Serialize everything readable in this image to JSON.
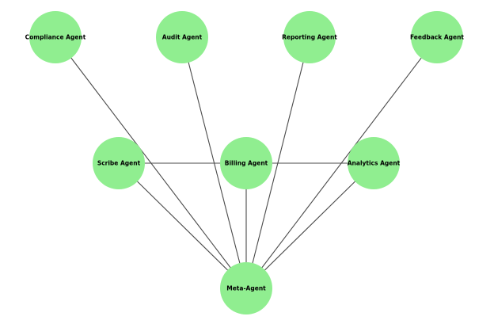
{
  "diagram": {
    "type": "network-graph",
    "node_color": "#90ee90",
    "edge_color": "#4a4a4a",
    "nodes": [
      {
        "id": "compliance",
        "label": "Compliance Agent"
      },
      {
        "id": "audit",
        "label": "Audit Agent"
      },
      {
        "id": "reporting",
        "label": "Reporting Agent"
      },
      {
        "id": "feedback",
        "label": "Feedback Agent"
      },
      {
        "id": "scribe",
        "label": "Scribe Agent"
      },
      {
        "id": "billing",
        "label": "Billing Agent"
      },
      {
        "id": "analytics",
        "label": "Analytics Agent"
      },
      {
        "id": "meta",
        "label": "Meta-Agent"
      }
    ],
    "edges": [
      {
        "from": "compliance",
        "to": "meta"
      },
      {
        "from": "audit",
        "to": "meta"
      },
      {
        "from": "reporting",
        "to": "meta"
      },
      {
        "from": "feedback",
        "to": "meta"
      },
      {
        "from": "scribe",
        "to": "billing"
      },
      {
        "from": "billing",
        "to": "analytics"
      },
      {
        "from": "scribe",
        "to": "meta"
      },
      {
        "from": "billing",
        "to": "meta"
      },
      {
        "from": "analytics",
        "to": "meta"
      }
    ]
  }
}
